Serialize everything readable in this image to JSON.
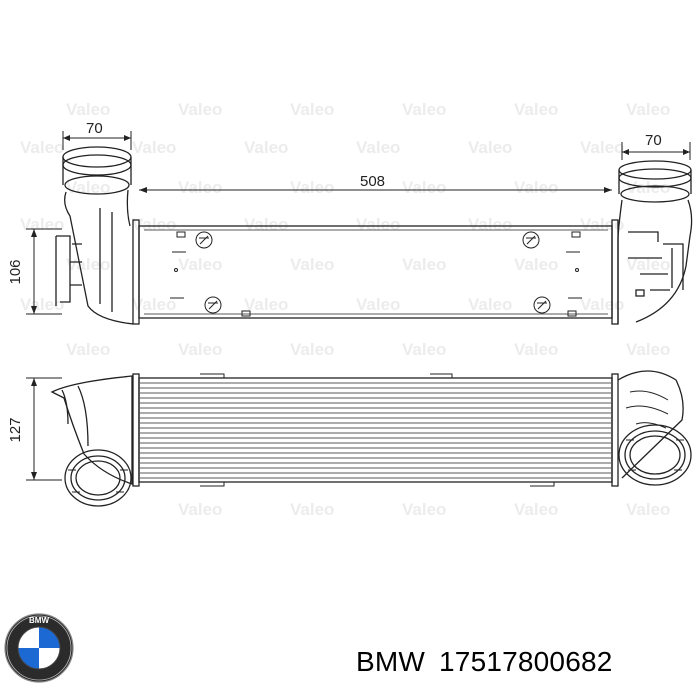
{
  "dimensions": {
    "top_left_width": "70",
    "top_right_width": "70",
    "core_length": "508",
    "top_height": "106",
    "bottom_height": "127"
  },
  "watermark": {
    "brand": "Valeo"
  },
  "logo": {
    "name": "BMW",
    "icon": "bmw-roundel-icon"
  },
  "caption": {
    "brand": "BMW",
    "part_number": "17517800682"
  },
  "colors": {
    "line": "#222222",
    "watermark": "#ececec",
    "logo_blue": "#1c69d4"
  }
}
